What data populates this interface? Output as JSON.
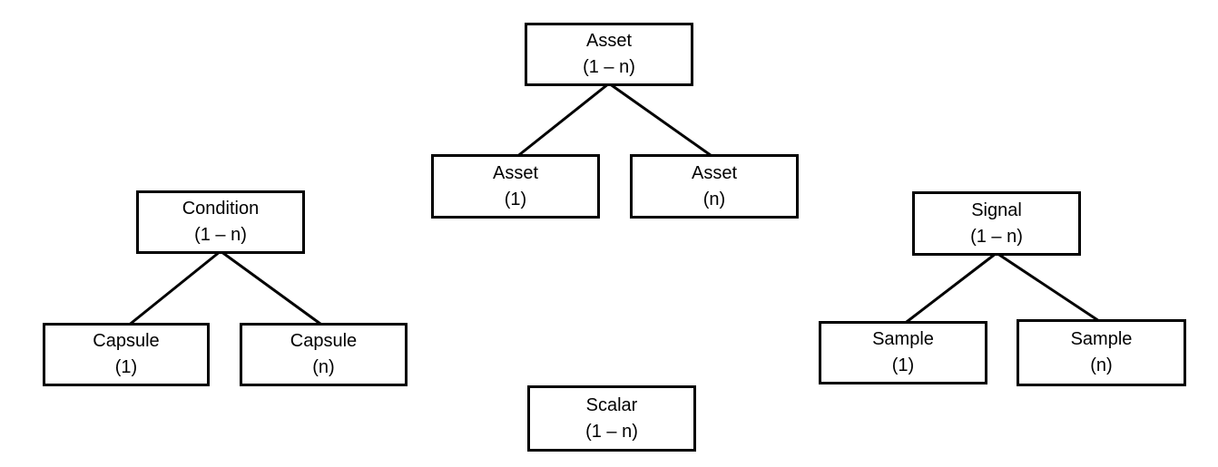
{
  "colors": {
    "background": "#ffffff",
    "stroke": "#000000",
    "text": "#000000"
  },
  "nodes": {
    "asset_parent": {
      "label": "Asset",
      "cardinality": "(1 – n)"
    },
    "asset_one": {
      "label": "Asset",
      "cardinality": "(1)"
    },
    "asset_n": {
      "label": "Asset",
      "cardinality": "(n)"
    },
    "condition_parent": {
      "label": "Condition",
      "cardinality": "(1 – n)"
    },
    "capsule_one": {
      "label": "Capsule",
      "cardinality": "(1)"
    },
    "capsule_n": {
      "label": "Capsule",
      "cardinality": "(n)"
    },
    "signal_parent": {
      "label": "Signal",
      "cardinality": "(1 – n)"
    },
    "sample_one": {
      "label": "Sample",
      "cardinality": "(1)"
    },
    "sample_n": {
      "label": "Sample",
      "cardinality": "(n)"
    },
    "scalar": {
      "label": "Scalar",
      "cardinality": "(1 – n)"
    }
  },
  "relationships": [
    {
      "parent": "Asset (1 – n)",
      "children": [
        "Asset (1)",
        "Asset (n)"
      ]
    },
    {
      "parent": "Condition (1 – n)",
      "children": [
        "Capsule (1)",
        "Capsule (n)"
      ]
    },
    {
      "parent": "Signal (1 – n)",
      "children": [
        "Sample (1)",
        "Sample (n)"
      ]
    }
  ]
}
